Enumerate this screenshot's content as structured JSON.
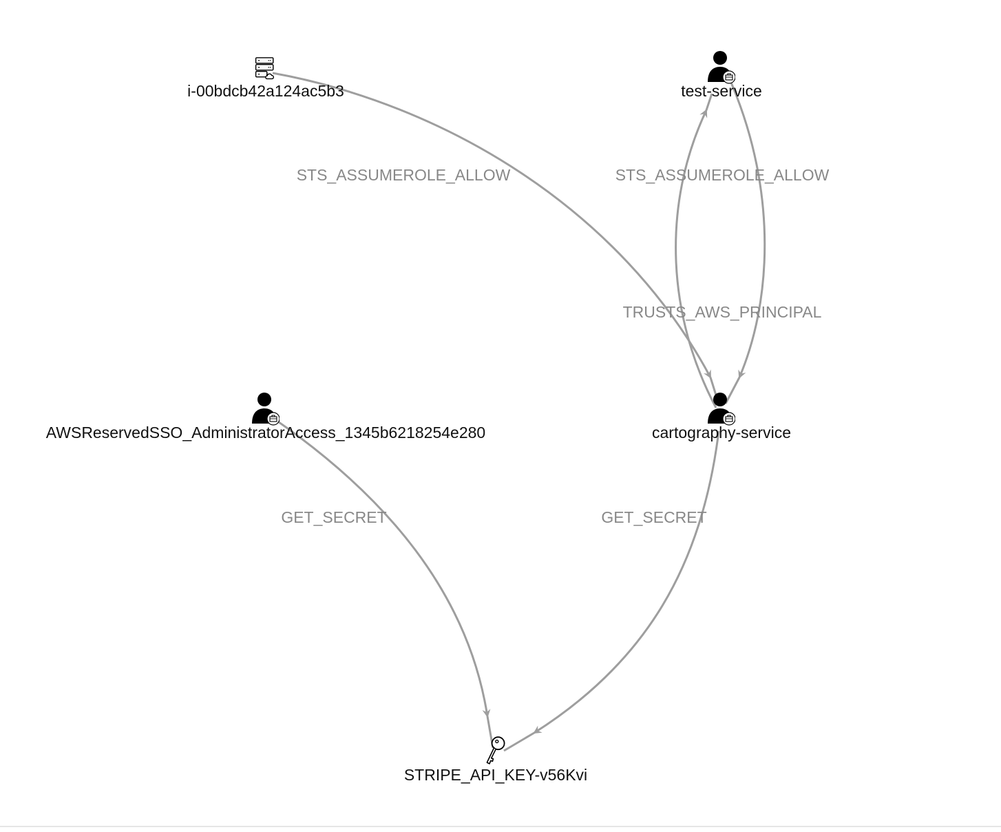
{
  "graph": {
    "nodes": [
      {
        "id": "ec2",
        "label": "i-00bdcb42a124ac5b3",
        "icon": "ec2-instance-icon"
      },
      {
        "id": "test",
        "label": "test-service",
        "icon": "iam-role-icon"
      },
      {
        "id": "sso",
        "label": "AWSReservedSSO_AdministratorAccess_1345b6218254e280",
        "icon": "iam-role-icon"
      },
      {
        "id": "carto",
        "label": "cartography-service",
        "icon": "iam-role-icon"
      },
      {
        "id": "stripe",
        "label": "STRIPE_API_KEY-v56Kvi",
        "icon": "secret-key-icon"
      }
    ],
    "edges": [
      {
        "id": "e1",
        "from": "ec2",
        "to": "carto",
        "label": "STS_ASSUMEROLE_ALLOW"
      },
      {
        "id": "e2",
        "from": "carto",
        "to": "test",
        "label": "STS_ASSUMEROLE_ALLOW"
      },
      {
        "id": "e3",
        "from": "test",
        "to": "carto",
        "label": "TRUSTS_AWS_PRINCIPAL"
      },
      {
        "id": "e4",
        "from": "sso",
        "to": "stripe",
        "label": "GET_SECRET"
      },
      {
        "id": "e5",
        "from": "carto",
        "to": "stripe",
        "label": "GET_SECRET"
      }
    ]
  },
  "colors": {
    "edge": "#9e9e9e",
    "edge_label": "#888888",
    "node_label": "#111111",
    "icon": "#000000"
  }
}
